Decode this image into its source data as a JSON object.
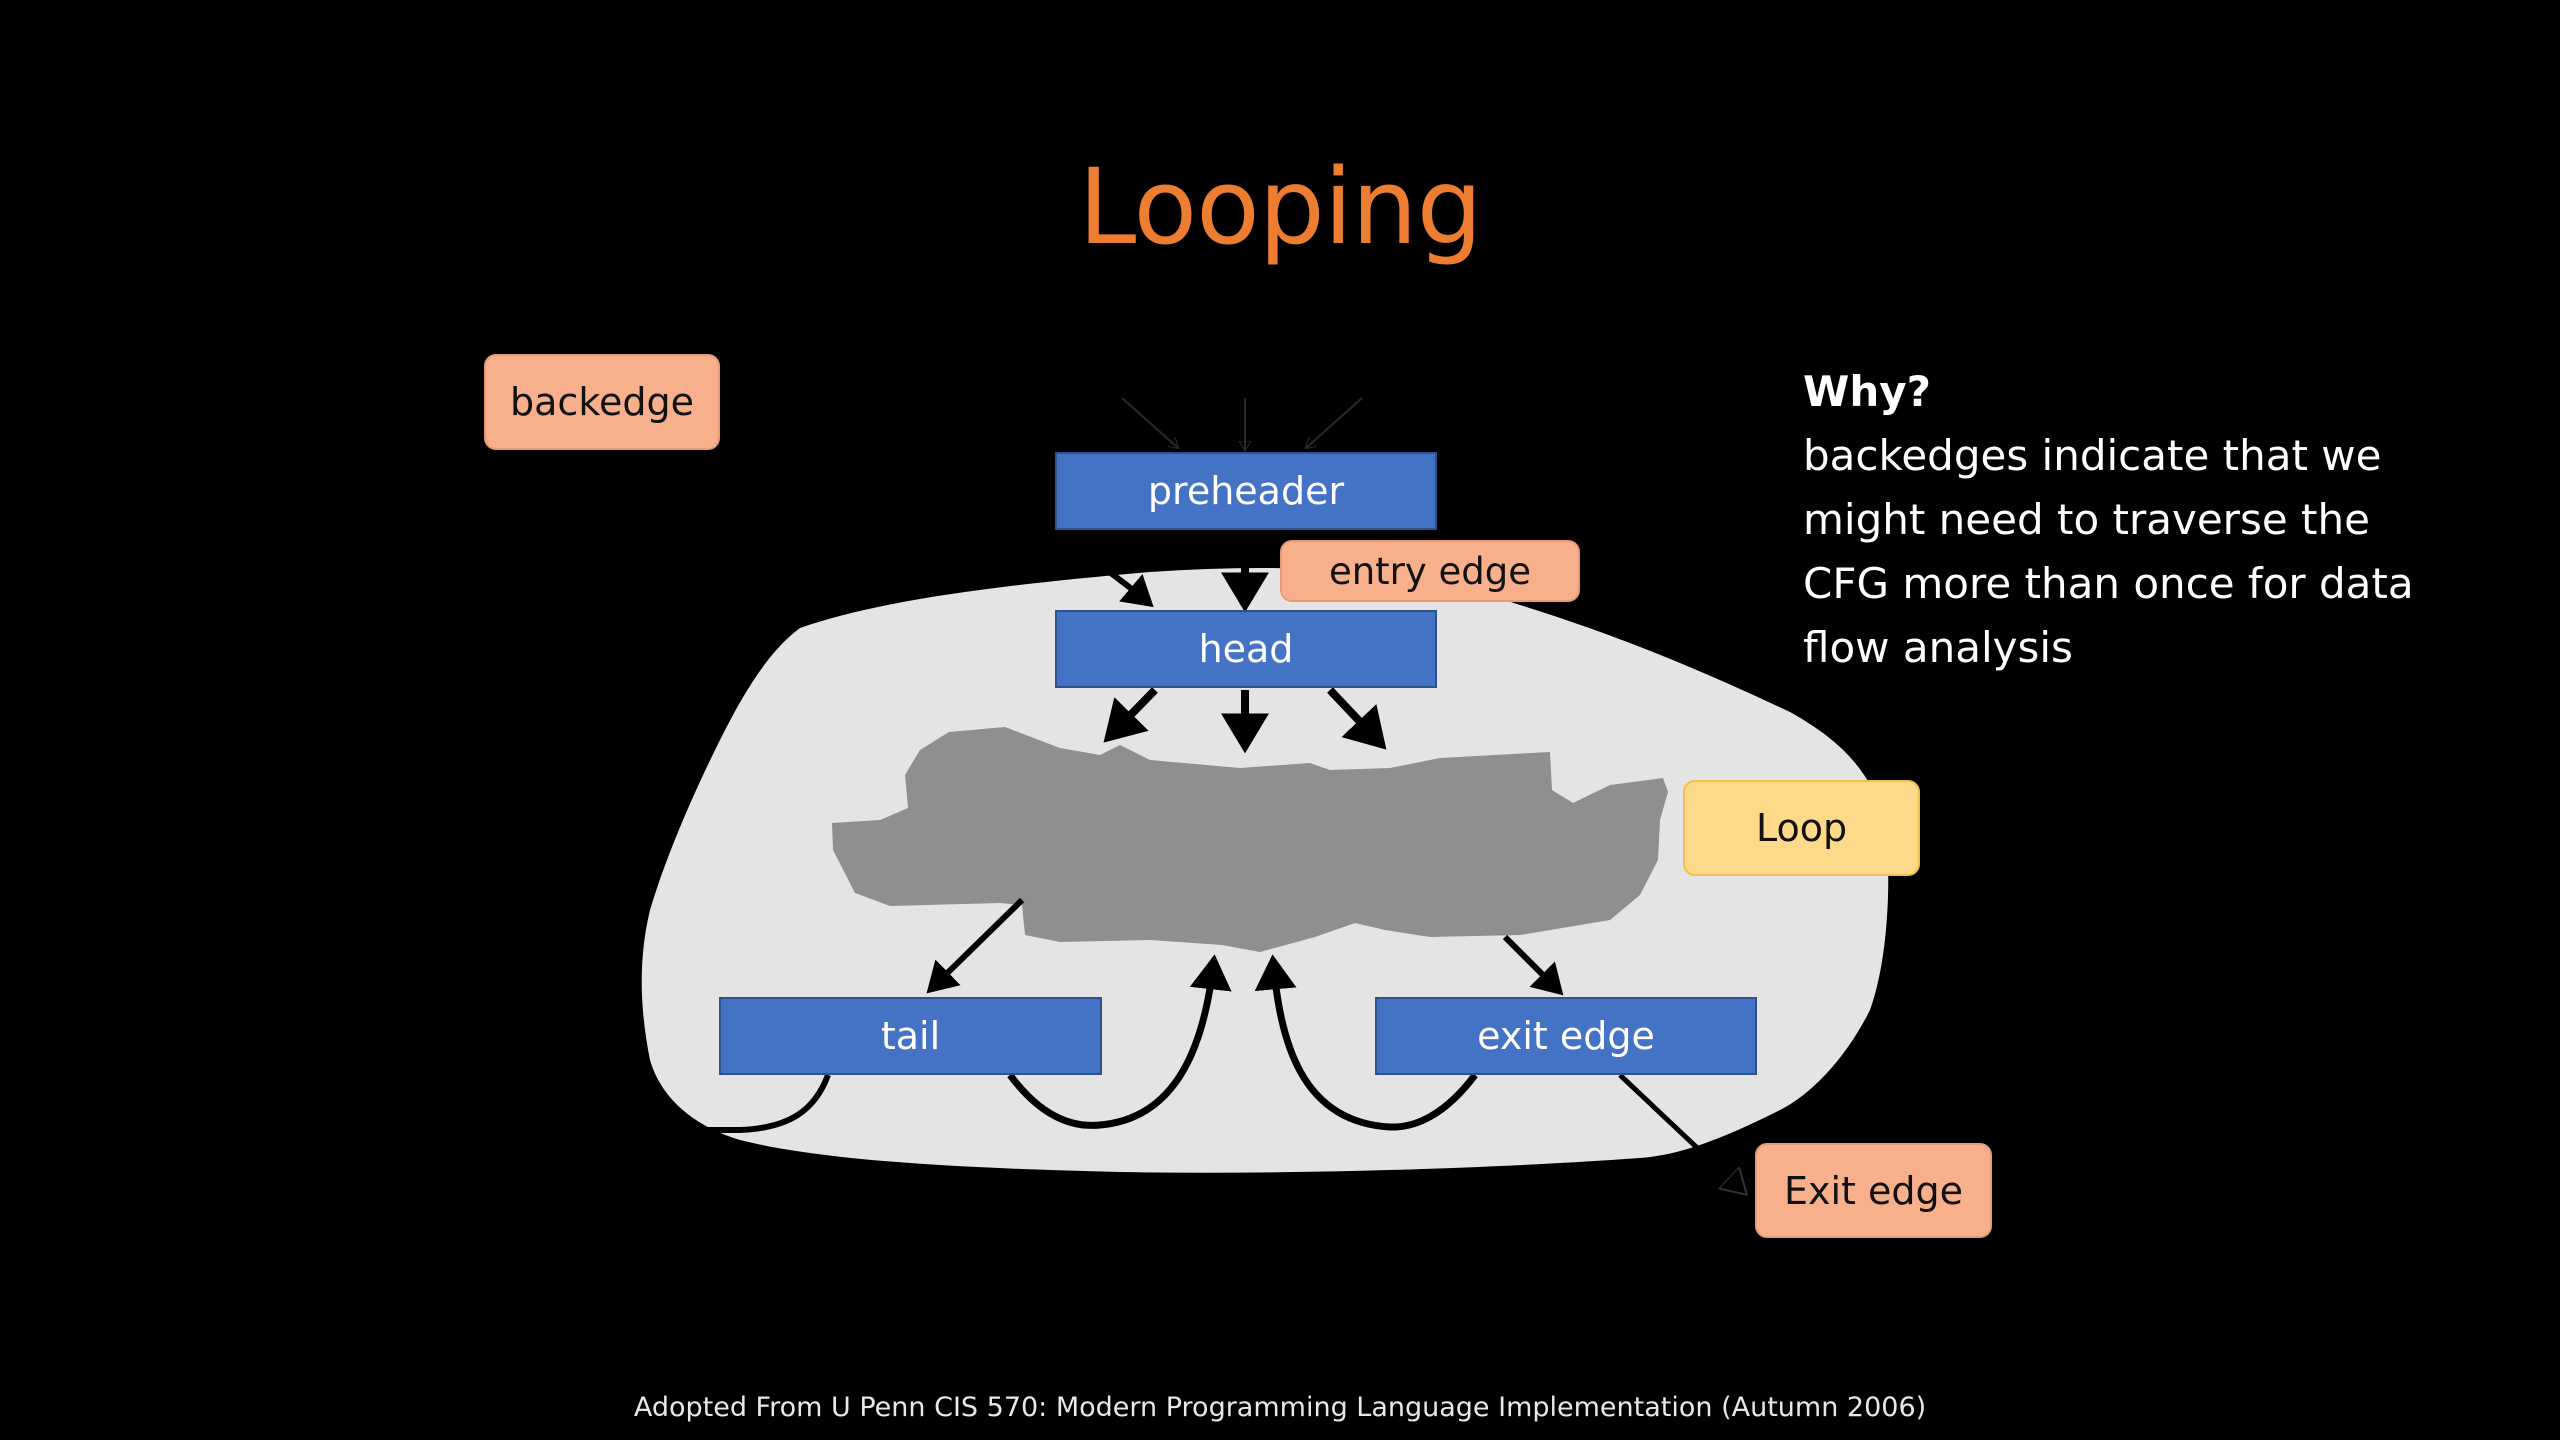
{
  "slide": {
    "title": "Looping",
    "nodes": {
      "preheader": "preheader",
      "head": "head",
      "tail": "tail",
      "exit_edge_block": "exit edge"
    },
    "callouts": {
      "backedge": "backedge",
      "entry_edge": "entry edge",
      "loop": "Loop",
      "exit_edge": "Exit edge"
    },
    "why": {
      "heading": "Why?",
      "lines": [
        "backedges indicate that we",
        "might need to traverse the",
        "CFG more than once for data",
        "flow analysis"
      ]
    },
    "footer": "Adopted From U Penn CIS 570: Modern Programming Language Implementation (Autumn 2006)",
    "colors": {
      "title": "#ED7D31",
      "block": "#4472C4",
      "callout": "#F7AF8C",
      "loop_callout": "#FFD98A",
      "loop_region": "#E4E4E4",
      "loop_body": "#8F8F8F",
      "background": "#000000"
    }
  }
}
